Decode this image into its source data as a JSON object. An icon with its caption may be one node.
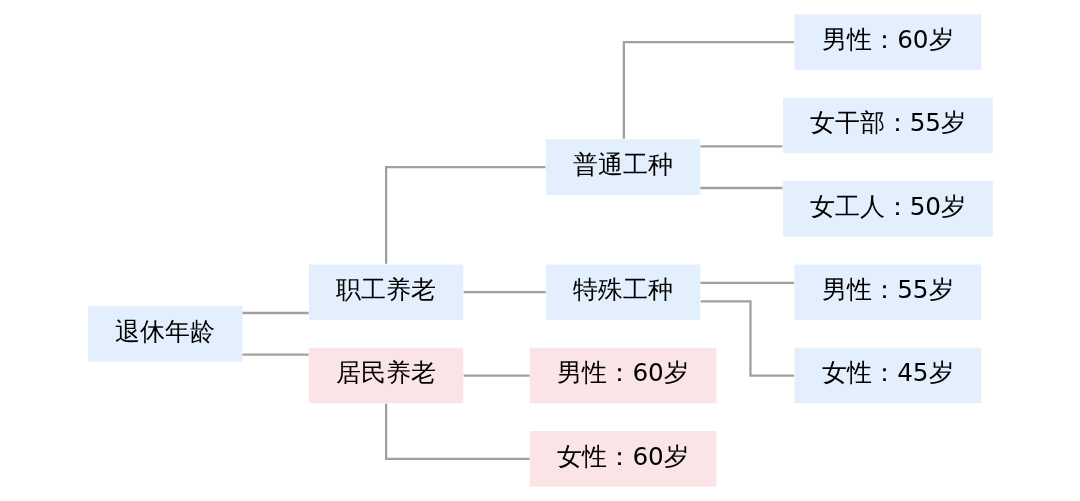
{
  "diagram": {
    "nodes": [
      {
        "text": [
          "退休年龄"
        ]
      },
      {
        "text": [
          "职工养老"
        ]
      },
      {
        "text": [
          "普通工种"
        ]
      },
      {
        "text": [
          "男性：60岁"
        ]
      },
      {
        "text": [
          "女干部：55岁"
        ]
      },
      {
        "text": [
          "女工人：50岁"
        ]
      },
      {
        "text": [
          "特殊工种"
        ]
      },
      {
        "text": [
          "男性：55岁"
        ]
      },
      {
        "text": [
          "女性：45岁"
        ]
      },
      {
        "text": [
          "居民养老"
        ]
      },
      {
        "text": [
          "男性：60岁"
        ]
      },
      {
        "text": [
          "女性：60岁"
        ]
      }
    ],
    "edges": [
      {
        "from": 0,
        "to": 1,
        "arrow": "none"
      },
      {
        "from": 0,
        "to": 9,
        "arrow": "none"
      },
      {
        "from": 1,
        "to": 2,
        "arrow": "none"
      },
      {
        "from": 1,
        "to": 6,
        "arrow": "none"
      },
      {
        "from": 2,
        "to": 3,
        "arrow": "none"
      },
      {
        "from": 2,
        "to": 4,
        "arrow": "none"
      },
      {
        "from": 2,
        "to": 5,
        "arrow": "none"
      },
      {
        "from": 6,
        "to": 7,
        "arrow": "none"
      },
      {
        "from": 6,
        "to": 8,
        "arrow": "none"
      },
      {
        "from": 9,
        "to": 10,
        "arrow": "none"
      },
      {
        "from": 9,
        "to": 11,
        "arrow": "none"
      }
    ]
  }
}
